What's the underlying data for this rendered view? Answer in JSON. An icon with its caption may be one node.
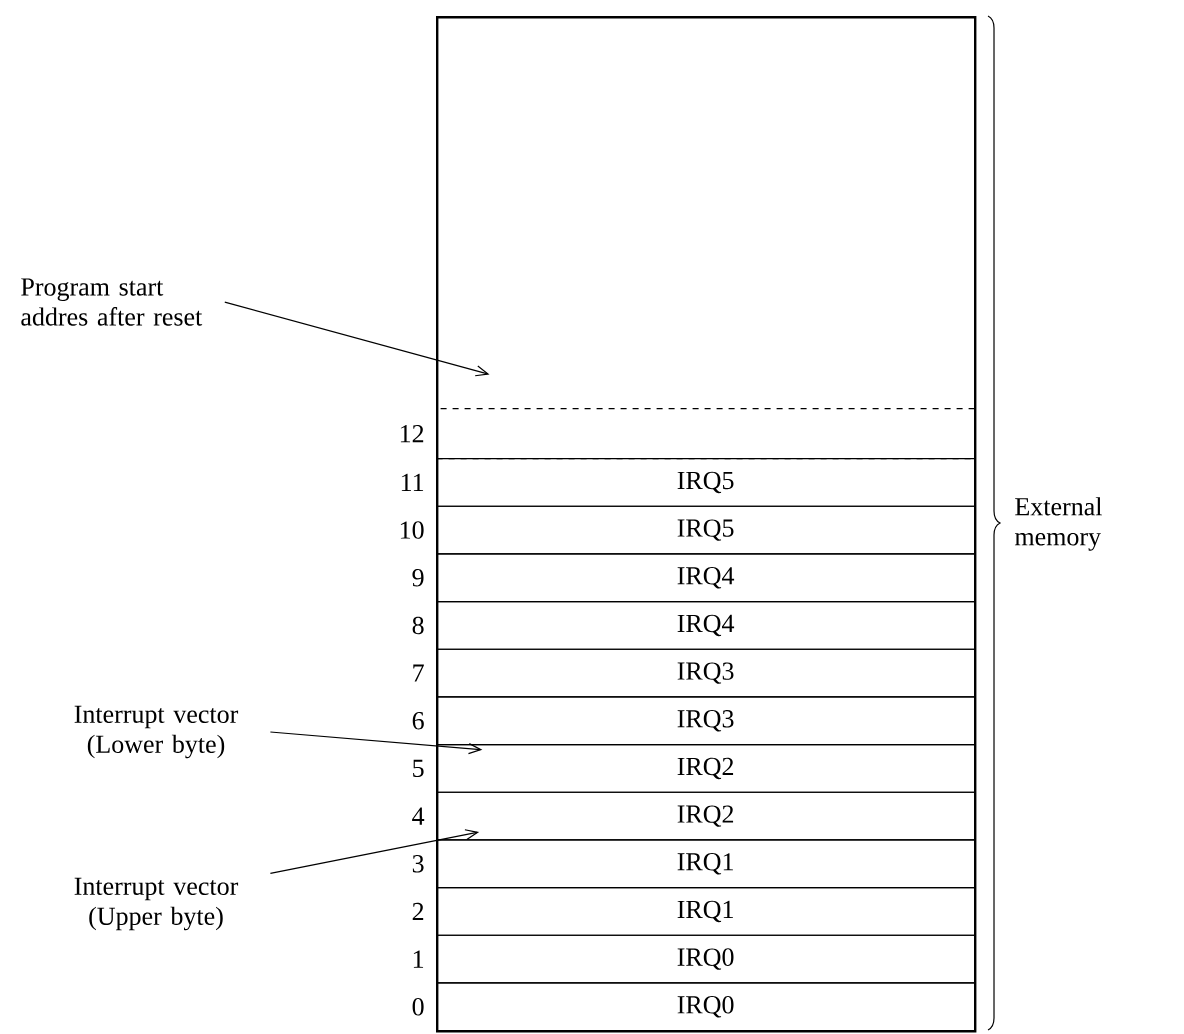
{
  "diagram": {
    "nodes": [
      {
        "text": [],
        "shape": "box"
      },
      {
        "text": [],
        "shape": "box",
        "beside": [
          "12"
        ],
        "in": 0
      },
      {
        "text": [
          "IRQ5"
        ],
        "beside": [
          "11"
        ],
        "in": 0
      },
      {
        "text": [
          "IRQ5"
        ],
        "beside": [
          "10"
        ],
        "in": 0
      },
      {
        "text": [
          "IRQ4"
        ],
        "beside": [
          "9"
        ],
        "in": 0
      },
      {
        "text": [
          "IRQ4"
        ],
        "beside": [
          "8"
        ],
        "in": 0
      },
      {
        "text": [
          "IRQ3"
        ],
        "beside": [
          "7"
        ],
        "in": 0
      },
      {
        "text": [
          "IRQ3"
        ],
        "beside": [
          "6"
        ],
        "in": 0
      },
      {
        "text": [
          "IRQ2"
        ],
        "beside": [
          "5"
        ],
        "in": 0
      },
      {
        "text": [
          "IRQ2"
        ],
        "beside": [
          "4"
        ],
        "in": 0
      },
      {
        "text": [
          "IRQ1"
        ],
        "beside": [
          "3"
        ],
        "in": 0
      },
      {
        "text": [
          "IRQ1"
        ],
        "beside": [
          "2"
        ],
        "in": 0
      },
      {
        "text": [
          "IRQ0"
        ],
        "beside": [
          "1"
        ],
        "in": 0
      },
      {
        "text": [
          "IRQ0"
        ],
        "beside": [
          "0"
        ],
        "in": 0
      },
      {
        "text": [
          "Program start addres after reset"
        ]
      },
      {
        "text": [
          "Interrupt vector (Lower byte)"
        ]
      },
      {
        "text": [
          "Interrupt vector (Upper byte)"
        ]
      }
    ],
    "edges": [
      {
        "from": 14,
        "to": 1,
        "arrow": "to"
      },
      {
        "from": 15,
        "to": 8,
        "arrow": "to"
      },
      {
        "from": 16,
        "to": 9,
        "arrow": "to"
      }
    ],
    "labels": [
      "External memory"
    ]
  }
}
